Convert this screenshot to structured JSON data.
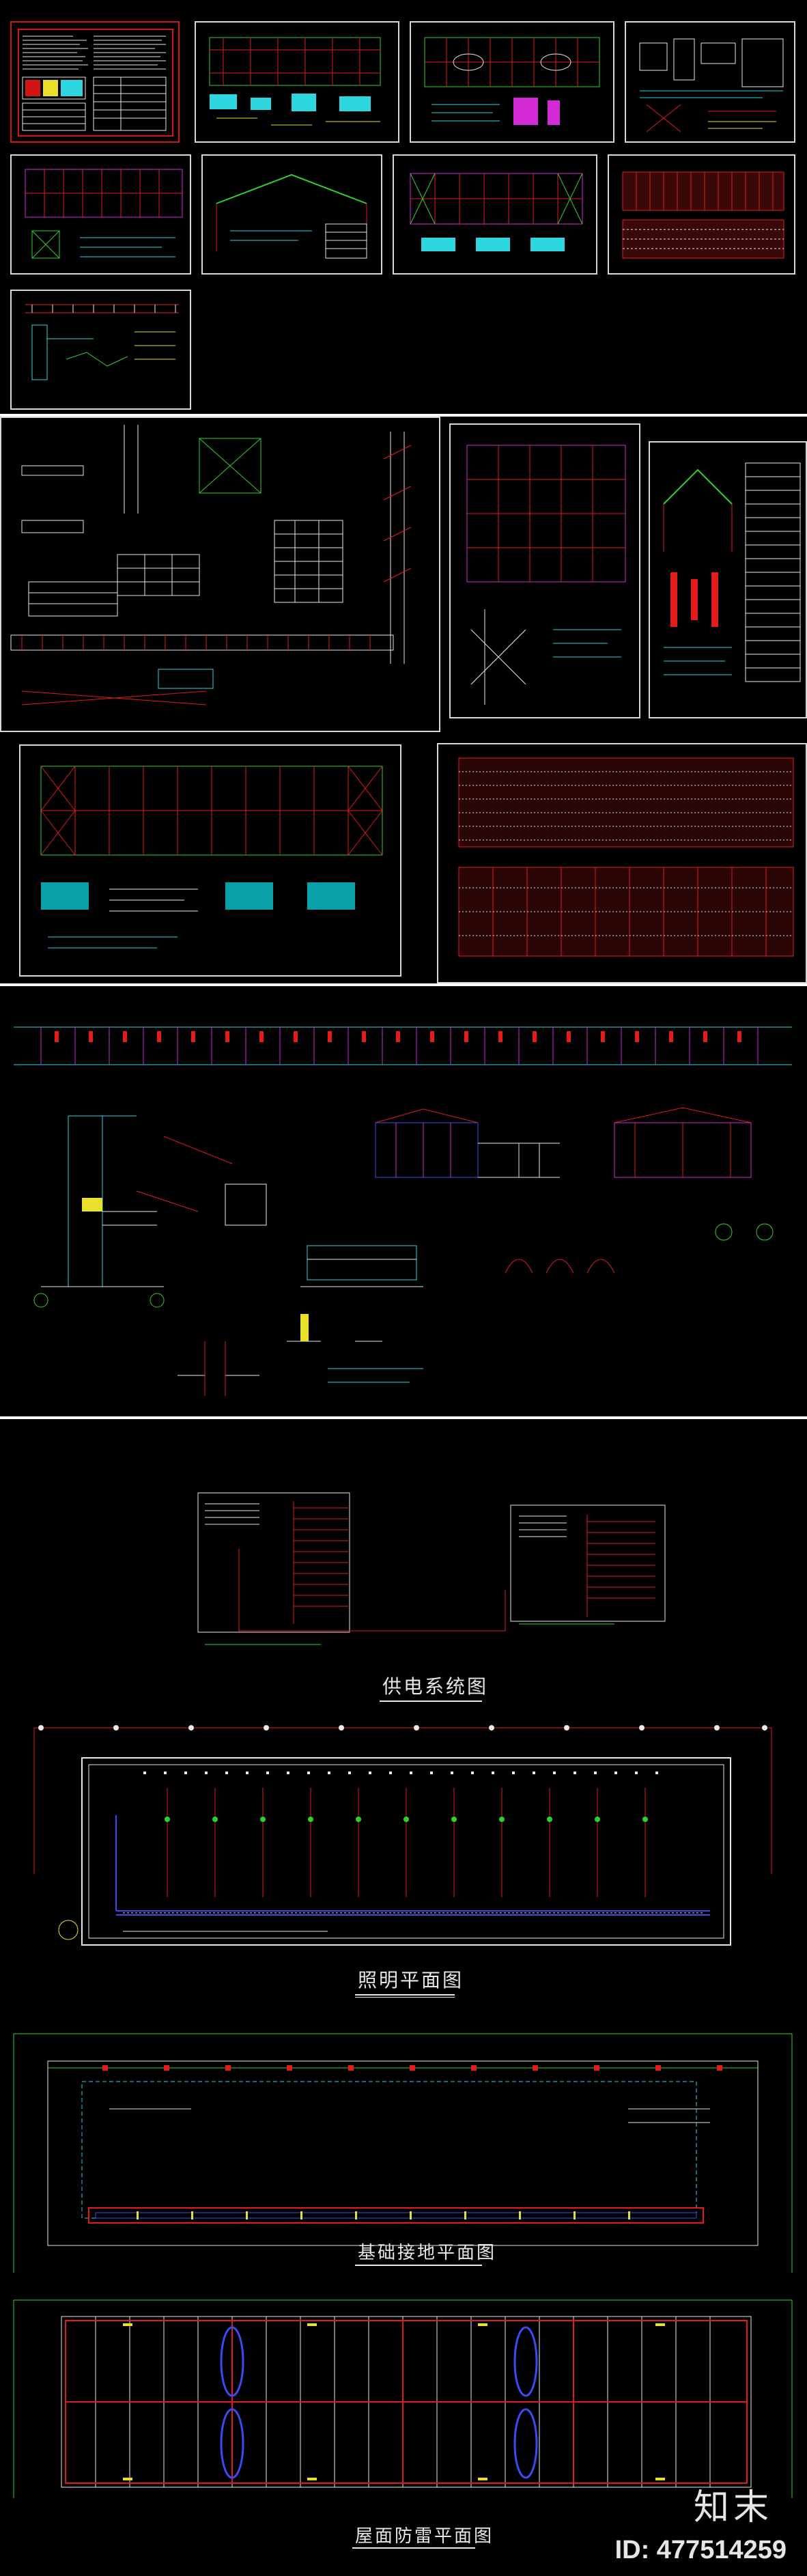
{
  "titles": {
    "power_system": "供电系统图",
    "lighting_plan": "照明平面图",
    "grounding_plan": "基础接地平面图",
    "roof_lightning": "屋面防雷平面图"
  },
  "brand": {
    "name": "知末",
    "id": "ID: 477514259"
  },
  "colors": {
    "background": "#000000",
    "frame": "#d8d8d8",
    "highlight_frame": "#d21414",
    "cad_red": "#e21b1b",
    "cad_green": "#2fd12f",
    "cad_yellow": "#e8e02a",
    "cad_cyan": "#2ed6e0",
    "cad_magenta": "#d22ad6",
    "cad_blue": "#3a4cf0",
    "cad_white": "#e8e8e8"
  }
}
